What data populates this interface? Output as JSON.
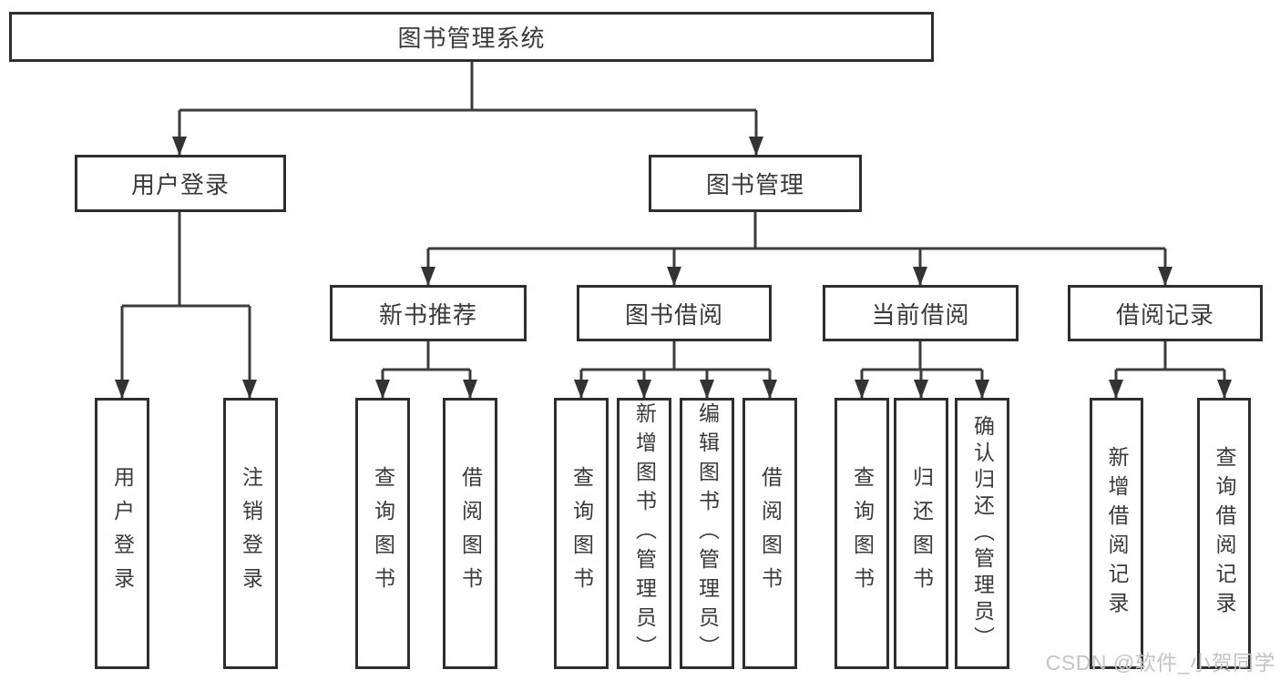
{
  "diagram": {
    "root": {
      "label": "图书管理系统"
    },
    "branches": [
      {
        "label": "用户登录",
        "children": [
          {
            "label": "用户登录"
          },
          {
            "label": "注销登录"
          }
        ]
      },
      {
        "label": "图书管理",
        "children": [
          {
            "label": "新书推荐",
            "children": [
              {
                "label": "查询图书"
              },
              {
                "label": "借阅图书"
              }
            ]
          },
          {
            "label": "图书借阅",
            "children": [
              {
                "label": "查询图书"
              },
              {
                "label": "新增图书（管理员）"
              },
              {
                "label": "编辑图书（管理员）"
              },
              {
                "label": "借阅图书"
              }
            ]
          },
          {
            "label": "当前借阅",
            "children": [
              {
                "label": "查询图书"
              },
              {
                "label": "归还图书"
              },
              {
                "label": "确认归还（管理员）"
              }
            ]
          },
          {
            "label": "借阅记录",
            "children": [
              {
                "label": "新增借阅记录"
              },
              {
                "label": "查询借阅记录"
              }
            ]
          }
        ]
      }
    ]
  },
  "watermark": {
    "text": "CSDN @软件_小贺同学"
  },
  "colors": {
    "line": "#3c3c3c",
    "box_border": "#2e2e2e",
    "box_background": "#ffffff",
    "text": "#3a3a3a",
    "watermark": "#c4c4c4"
  }
}
